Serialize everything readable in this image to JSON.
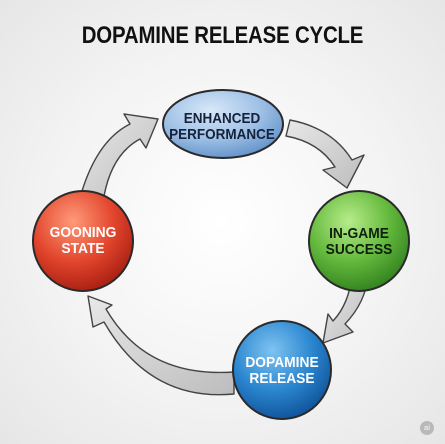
{
  "title": "DOPAMINE RELEASE CYCLE",
  "nodes": {
    "enhanced_performance": {
      "line1": "ENHANCED",
      "line2": "PERFORMANCE",
      "color": "#8fb4df"
    },
    "in_game_success": {
      "line1": "IN-GAME",
      "line2": "SUCCESS",
      "color": "#5fb33a"
    },
    "dopamine_release": {
      "line1": "DOPAMINE",
      "line2": "RELEASE",
      "color": "#1f7dc6"
    },
    "gooning_state": {
      "line1": "GOONING",
      "line2": "STATE",
      "color": "#e0412a"
    }
  },
  "arrow_color": "#cfcfcf",
  "watermark": "ai"
}
